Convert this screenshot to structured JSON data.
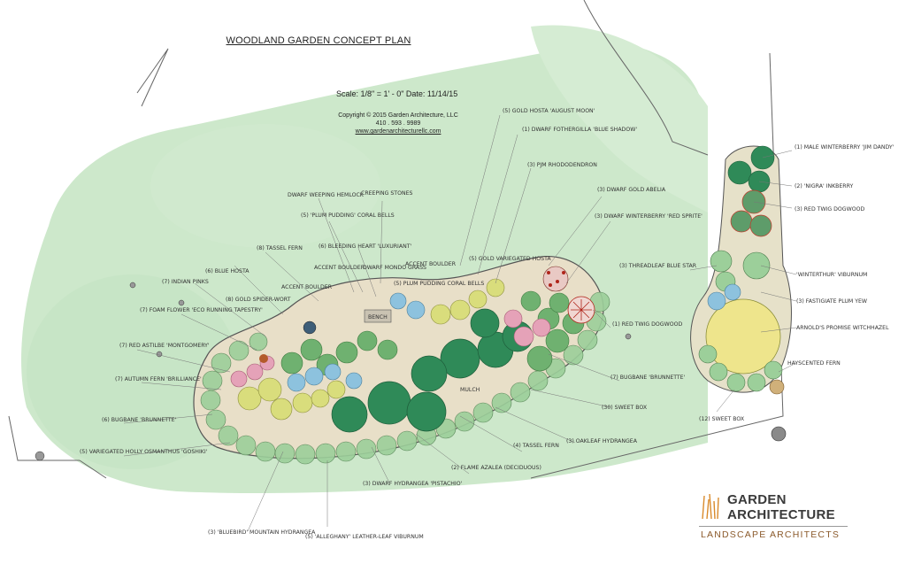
{
  "plan": {
    "title": "WOODLAND GARDEN CONCEPT PLAN",
    "scale_line": "Scale: 1/8\" = 1' - 0\"   Date: 11/14/15",
    "copyright": "Copyright © 2015 Garden Architecture, LLC",
    "phone": "410 . 593 . 9989",
    "website": "www.gardenarchitecturellc.com"
  },
  "logo": {
    "line1": "GARDEN",
    "line2": "ARCHITECTURE",
    "line3": "LANDSCAPE ARCHITECTS"
  },
  "labels": {
    "gold_hosta": "(5) GOLD HOSTA 'AUGUST MOON'",
    "fothergilla": "(1) DWARF FOTHERGILLA 'BLUE SHADOW'",
    "pjm": "(3) PJM RHODODENDRON",
    "dwarf_gold_abelia": "(3) DWARF GOLD ABELIA",
    "dwarf_winterberry": "(3) DWARF WINTERBERRY 'RED SPRITE'",
    "creeping_stones": "CREEPING STONES",
    "dwarf_weeping_hemlock": "DWARF WEEPING HEMLOCK",
    "plum_pudding": "(5) 'PLUM PUDDING' CORAL BELLS",
    "tassel_fern_top": "(8) TASSEL FERN",
    "bleeding_heart": "(6) BLEEDING HEART 'LUXURIANT'",
    "blue_hosta": "(6) BLUE HOSTA",
    "accent_boulder_1": "ACCENT BOULDER",
    "accent_boulder_2": "ACCENT BOULDER",
    "accent_boulder_3": "ACCENT BOULDER",
    "dwarf_mondo": "DWARF MONDO GRASS",
    "gold_variegated": "(5) GOLD VARIEGATED HOSTA",
    "plum_coral_bells": "(5) PLUM PUDDING CORAL BELLS",
    "indian_pinks": "(7) INDIAN PINKS",
    "gold_spider": "(8) GOLD SPIDER-WORT",
    "foam_flower": "(7) FOAM FLOWER 'ECO RUNNING TAPESTRY'",
    "red_astilbe": "(7) RED ASTILBE 'MONTGOMERY'",
    "autumn_fern": "(7) AUTUMN FERN 'BRILLIANCE'",
    "bugbane_left": "(6) BUGBANE 'BRUNNETTE'",
    "holly_osmanthus": "(5) VARIEGATED HOLLY OSMANTHUS 'GOSHIKI'",
    "red_twig_center": "(1) RED TWIG DOGWOOD",
    "bugbane_right": "(7) BUGBANE 'BRUNNETTE'",
    "sweet_box_center": "(30) SWEET BOX",
    "tassel_fern_bottom": "(4) TASSEL FERN",
    "oakleaf": "(3) OAKLEAF HYDRANGEA",
    "flame_azalea": "(2) FLAME AZALEA (DECIDUOUS)",
    "dwarf_hydrangea": "(3) DWARF HYDRANGEA 'PISTACHIO'",
    "bluebird": "(3) 'BLUEBIRD' MOUNTAIN HYDRANGEA",
    "viburnum": "(5) 'ALLEGHANY' LEATHER-LEAF VIBURNUM",
    "male_winterberry": "(1) MALE WINTERBERRY 'JIM DANDY'",
    "nigra_inkberry": "(2) 'NIGRA' INKBERRY",
    "red_twig_right": "(3) RED TWIG DOGWOOD",
    "threadleaf": "(3) THREADLEAF BLUE STAR",
    "winterthur": "'WINTERTHUR' VIBURNUM",
    "plum_yew": "(3) FASTIGIATE PLUM YEW",
    "witchhazel": "ARNOLD'S PROMISE WITCHHAZEL",
    "hayscented": "HAYSCENTED FERN",
    "sweet_box_right": "(12) SWEET BOX",
    "bench": "BENCH",
    "mulch": "MULCH"
  },
  "colors": {
    "lawn": "#cfe8cf",
    "lawn_dark": "#b9dcb8",
    "shrub_dark": "#2e8b57",
    "shrub_mid": "#66a86a",
    "yellow_green": "#d8de7a",
    "pink": "#e7a4b9",
    "blue": "#8fc3df",
    "red_twig": "#c0392b",
    "brown": "#8b5a2b"
  }
}
